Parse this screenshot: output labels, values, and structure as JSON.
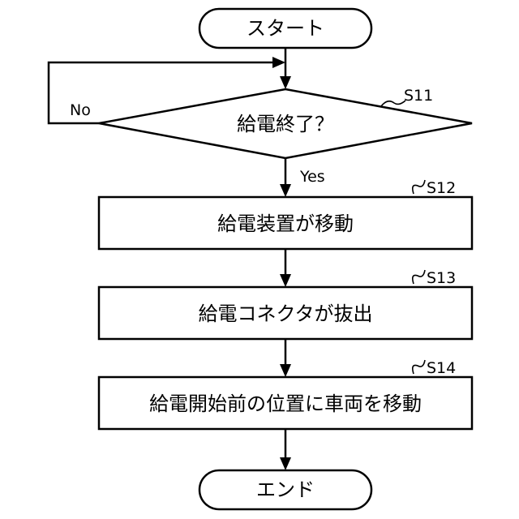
{
  "flowchart": {
    "start": "スタート",
    "decision": {
      "label": "給電終了？",
      "step_id": "S11",
      "no_label": "No",
      "yes_label": "Yes"
    },
    "steps": [
      {
        "id": "S12",
        "label": "給電装置が移動"
      },
      {
        "id": "S13",
        "label": "給電コネクタが抜出"
      },
      {
        "id": "S14",
        "label": "給電開始前の位置に車両を移動"
      }
    ],
    "end": "エンド"
  }
}
